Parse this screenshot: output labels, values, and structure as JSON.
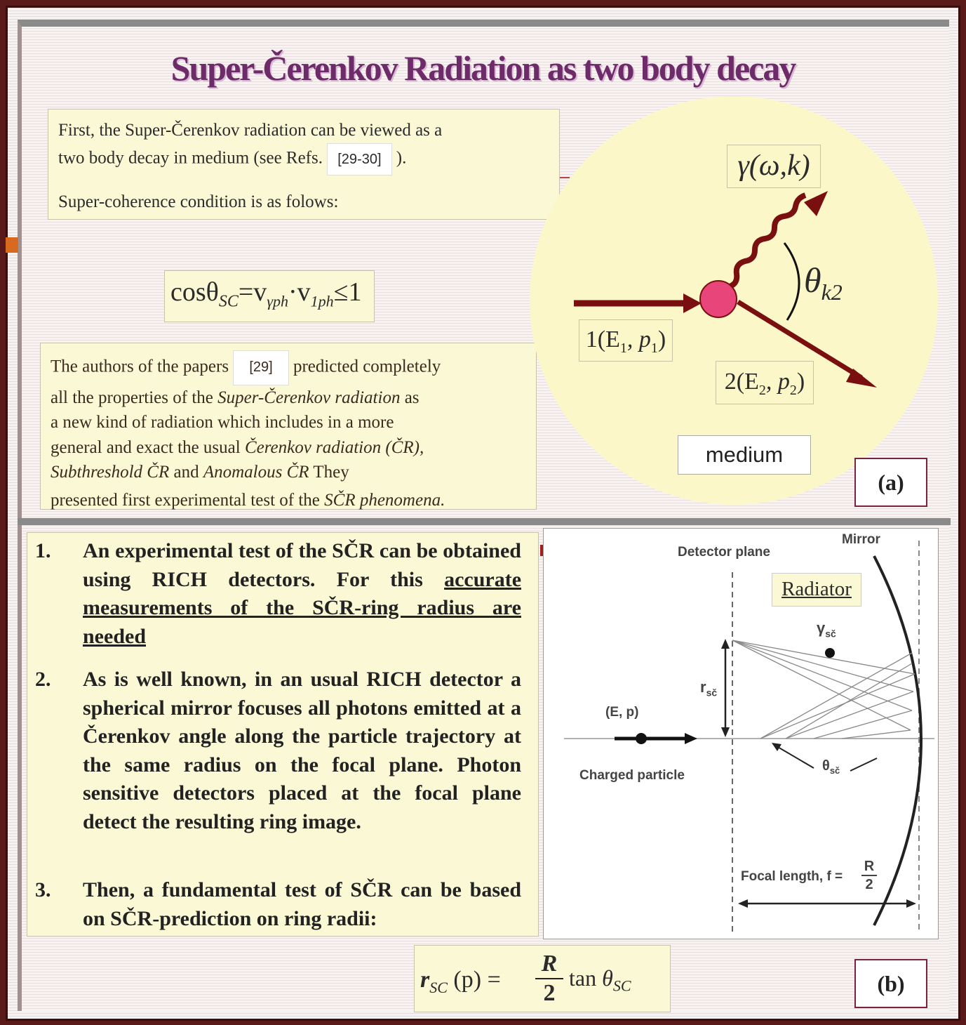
{
  "slide": {
    "title": "Super-Čerenkov Radiation as two body decay",
    "colors": {
      "title": "#6e2b6a",
      "box": "#fbf8d6",
      "arrow": "#7a0f0f",
      "vertex": "#e8467a",
      "circle": "#fbf7c9"
    }
  },
  "intro": {
    "line1": "First,  the Super-Čerenkov radiation can be viewed as a",
    "line2_pre": "two body decay in medium (see Refs.",
    "ref": "[29-30]",
    "line2_post": ").",
    "line3": "Super-coherence condition is as folows:"
  },
  "condition": {
    "cos": "cosθ",
    "sub_sc": "SC",
    "eq": "=v",
    "sub_gph": "γph",
    "dot": "·v",
    "sub_1ph": "1ph",
    "le": "≤1"
  },
  "authors": {
    "l1_pre": "The authors of the papers",
    "ref": "[29]",
    "l1_post": "predicted completely",
    "l2_pre": "all the properties  of  the",
    "l2_ital": "Super-Čerenkov  radiation",
    "l2_post": "as",
    "l3": "a new kind   of radiation which includes in a more",
    "l4_pre": "general and exact  the usual",
    "l4_ital": "Čerenkov radiation (ČR),",
    "l5_ital1": "Subthreshold ČR",
    "l5_mid": "and",
    "l5_ital2": "Anomalous ČR",
    "l5_post": "They",
    "l6_pre": "presented first experimental test of the",
    "l6_ital": "SČR phenomena."
  },
  "diagram_a": {
    "photon": "γ(ω,k)",
    "angle": "θ",
    "angle_sub": "k2",
    "particle1": "1(E",
    "particle1_sub": "1",
    "particle1_p": ", p",
    "particle1_psub": "1",
    "particle2": "2(E",
    "particle2_sub": "2",
    "particle2_p": ", p",
    "particle2_psub": "2",
    "close": ")",
    "medium": "medium",
    "label": "(a)"
  },
  "list": {
    "item1": {
      "num": "1.",
      "text": "An  experimental  test  of  the  SČR  can be obtained using  RICH detectors.  For   this",
      "underlined": "accurate  measurements  of  the  SČR-ring radius are needed"
    },
    "item2": {
      "num": "2.",
      "text": "As is well known, in an usual RICH detector a spherical mirror  focuses  all     photons emitted   at  a   Čerenkov   angle  along  the particle trajectory at  the  same  radius     on the focal plane.  Photon   sensitive  detectors placed  at the focal plane detect the resulting ring image."
    },
    "item3": {
      "num": "3.",
      "text": "Then, a fundamental test of SČR can be based on SČR-prediction on ring radii:"
    }
  },
  "diagram_b": {
    "mirror": "Mirror",
    "detector_plane": "Detector plane",
    "radiator": "Radiator",
    "gamma": "γ",
    "gamma_sub": "sč",
    "r": "r",
    "r_sub": "sč",
    "ep": "(E, p)",
    "charged": "Charged particle",
    "theta": "θ",
    "theta_sub": "sč",
    "focal": "Focal length, f =",
    "R": "R",
    "two": "2",
    "label": "(b)"
  },
  "formula": {
    "lhs": "r",
    "lhs_sub": "SC",
    "arg": "(p) =",
    "num": "R",
    "den": "2",
    "tan": "tan",
    "theta": "θ",
    "theta_sub": "SC"
  }
}
